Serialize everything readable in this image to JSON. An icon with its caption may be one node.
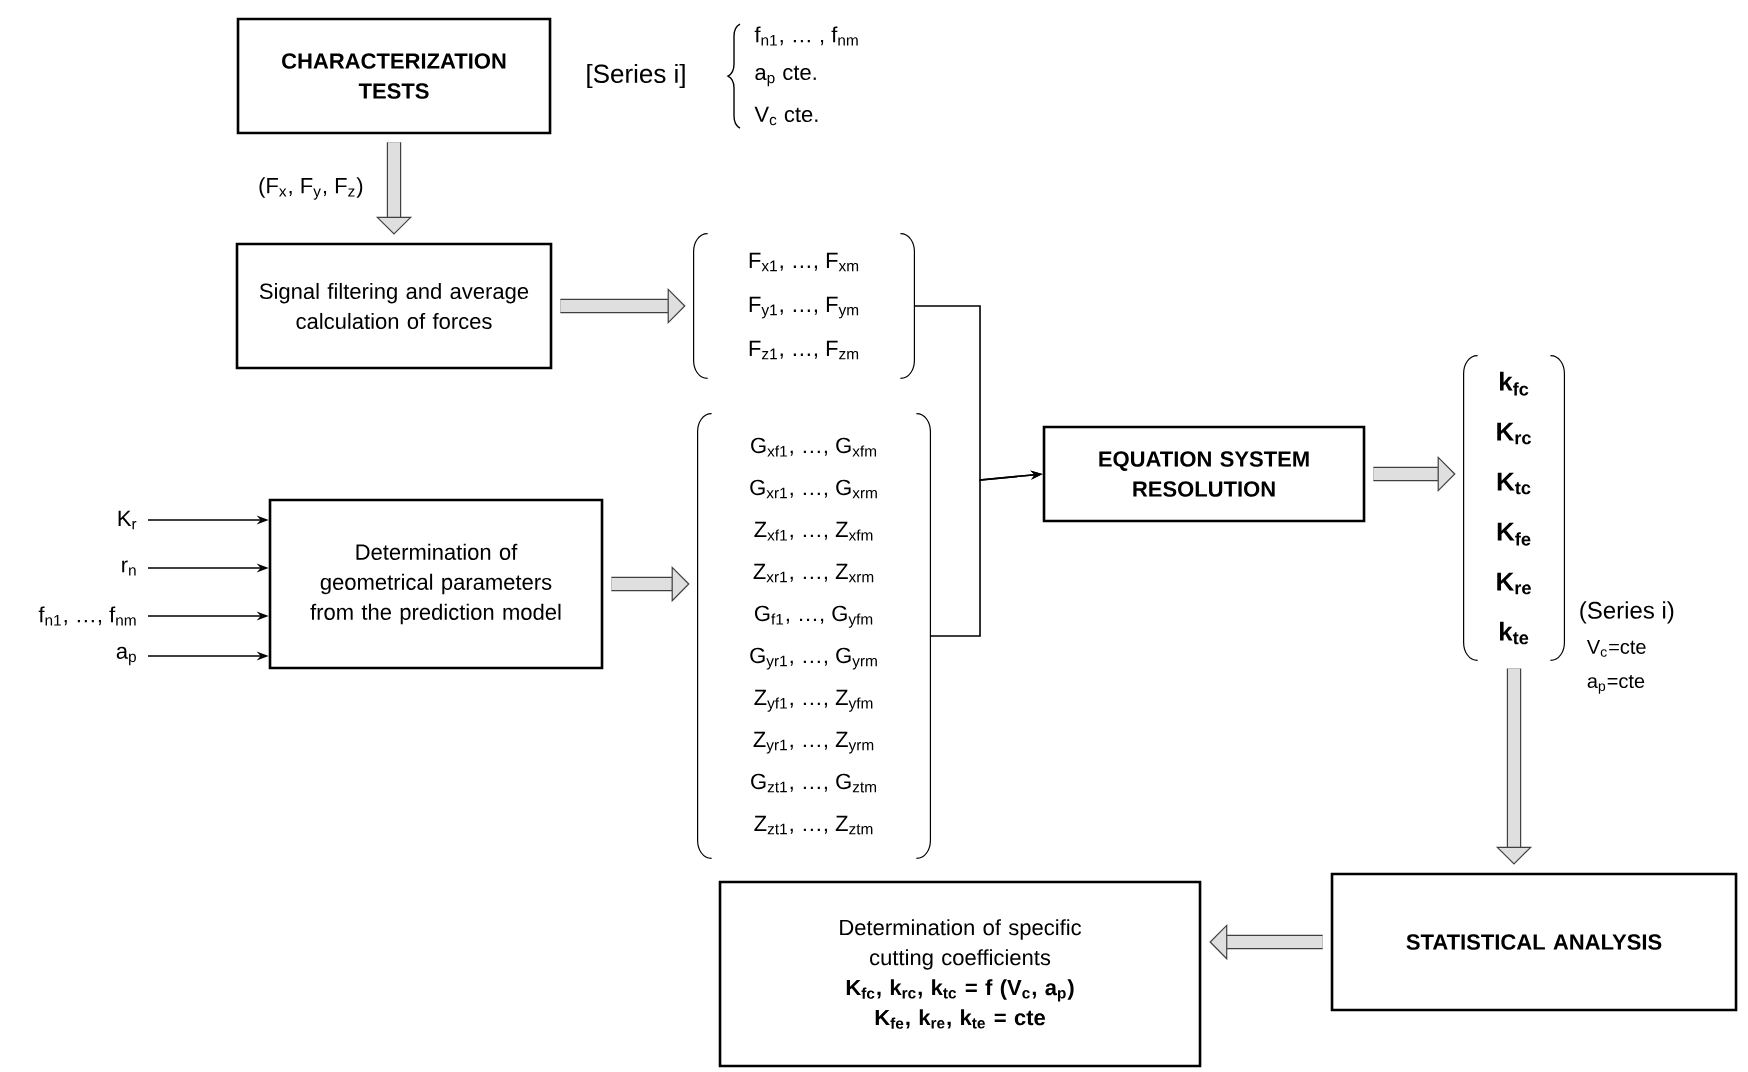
{
  "diagram": {
    "nodes": [
      {
        "text": [
          "CHARACTERIZATION TESTS"
        ]
      },
      {
        "text": [
          "Signal filtering and average calculation of forces"
        ]
      },
      {
        "text": [
          "F$_{x1}$, …, F$_{xm}$",
          "F$_{y1}$, …, F$_{ym}$",
          "F$_{z1}$, …, F$_{zm}$"
        ]
      },
      {
        "text": [
          "K$_{r}$"
        ]
      },
      {
        "text": [
          "r$_{n}$"
        ]
      },
      {
        "text": [
          "f$_{n1}$, …, f$_{nm}$"
        ]
      },
      {
        "text": [
          "a$_{p}$"
        ]
      },
      {
        "text": [
          "Determination of geometrical parameters from the prediction model"
        ]
      },
      {
        "text": [
          "G$_{xf1}$, …, G$_{xfm}$",
          "G$_{xr1}$, …, G$_{xrm}$",
          "Z$_{xf1}$, …, Z$_{xfm}$",
          "Z$_{xr1}$, …, Z$_{xrm}$",
          "G$_{f1}$, …, G$_{yfm}$",
          "G$_{yr1}$, …, G$_{yrm}$",
          "Z$_{yf1}$, …, Z$_{yfm}$",
          "Z$_{yr1}$, …, Z$_{yrm}$",
          "G$_{zt1}$, …, G$_{ztm}$",
          "Z$_{zt1}$, …, Z$_{ztm}$"
        ]
      },
      {
        "text": [
          "EQUATION SYSTEM RESOLUTION"
        ]
      },
      {
        "text": [
          "k$_{fc}$",
          "K$_{rc}$",
          "K$_{tc}$",
          "K$_{fe}$",
          "K$_{re}$",
          "k$_{te}$"
        ],
        "beside": [
          "(Series i)",
          "V$_{c}$=cte",
          "a$_{p}$=cte"
        ]
      },
      {
        "text": [
          "STATISTICAL ANALYSIS"
        ]
      },
      {
        "text": [
          "Determination of specific cutting coefficients",
          "K$_{fc}$, k$_{rc}$, k$_{tc}$ = f (V$_{c}$, a$_{p}$)",
          "K$_{fe}$, k$_{re}$, k$_{te}$ = cte"
        ]
      }
    ],
    "edges": [
      {
        "from": 0,
        "to": 1,
        "arrow": "to",
        "style": "thick",
        "label": "(F$_{x}$, F$_{y}$, F$_{z}$)"
      },
      {
        "from": 1,
        "to": 2,
        "arrow": "to",
        "style": "thick"
      },
      {
        "from": 3,
        "to": 7,
        "arrow": "to"
      },
      {
        "from": 4,
        "to": 7,
        "arrow": "to"
      },
      {
        "from": 5,
        "to": 7,
        "arrow": "to"
      },
      {
        "from": 6,
        "to": 7,
        "arrow": "to"
      },
      {
        "from": 7,
        "to": 8,
        "arrow": "to",
        "style": "thick"
      },
      {
        "from": 2,
        "to": 9,
        "arrow": "to"
      },
      {
        "from": 8,
        "to": 9,
        "arrow": "to"
      },
      {
        "from": 9,
        "to": 10,
        "arrow": "to",
        "style": "thick"
      },
      {
        "from": 10,
        "to": 11,
        "arrow": "to",
        "style": "thick"
      },
      {
        "from": 11,
        "to": 12,
        "arrow": "to",
        "style": "thick"
      }
    ],
    "labels": [
      "[Series i]",
      "f$_{n1}$, … , f$_{nm}$",
      "a$_{p}$  cte.",
      "V$_{c}$  cte."
    ]
  }
}
